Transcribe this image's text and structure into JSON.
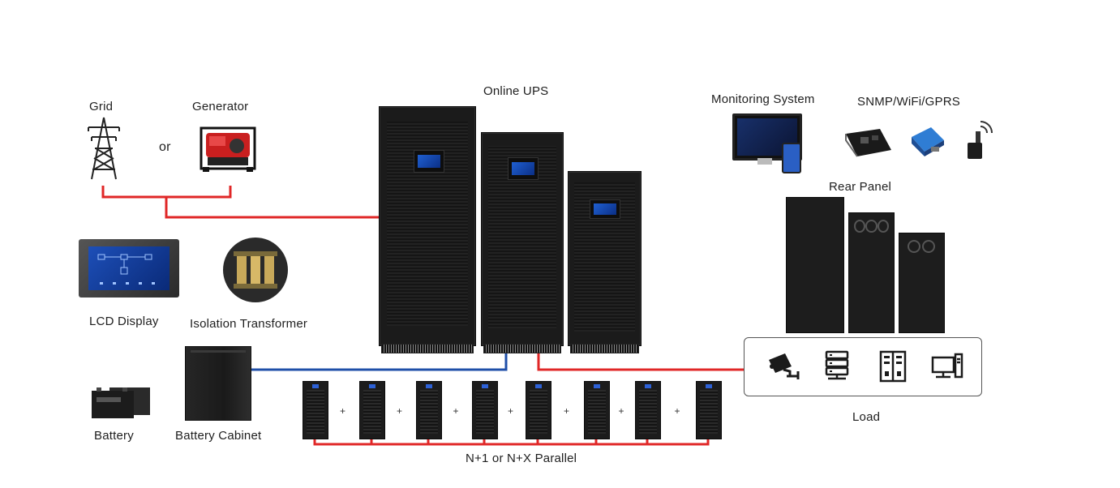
{
  "labels": {
    "grid": "Grid",
    "generator": "Generator",
    "or": "or",
    "online_ups": "Online UPS",
    "monitoring_system": "Monitoring System",
    "snmp": "SNMP/WiFi/GPRS",
    "rear_panel": "Rear Panel",
    "lcd_display": "LCD Display",
    "isolation_transformer": "Isolation Transformer",
    "battery": "Battery",
    "battery_cabinet": "Battery Cabinet",
    "parallel": "N+1 or N+X Parallel",
    "load": "Load"
  },
  "parallel_modules": {
    "count": 8,
    "separator": "+"
  },
  "load_icons": [
    "camera-icon",
    "server-rack-icon",
    "storage-cabinet-icon",
    "computer-network-icon"
  ],
  "colors": {
    "ac_line": "#e02727",
    "dc_line": "#1f4fa8",
    "cabinet": "#1b1b1b",
    "screen": "#1f5fd1"
  }
}
